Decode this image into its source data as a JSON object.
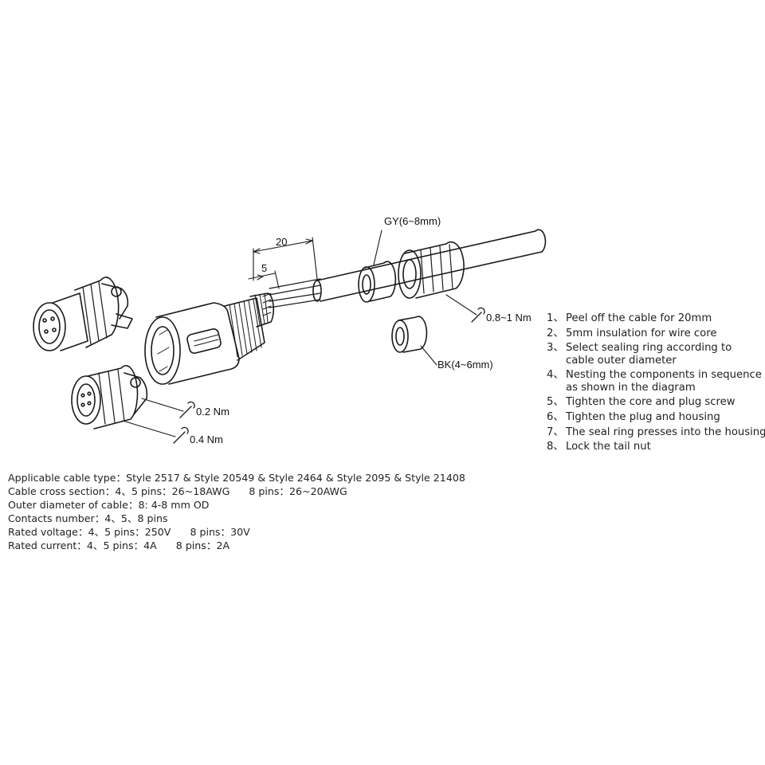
{
  "dimensions": {
    "peel_length": "20",
    "insulation_length": "5"
  },
  "seal_rings": {
    "grey": "GY(6~8mm)",
    "black": "BK(4~6mm)"
  },
  "torques": {
    "tail_nut": "0.8~1 Nm",
    "core_screw": "0.2 Nm",
    "plug_housing": "0.4 Nm"
  },
  "steps": [
    {
      "num": "1、",
      "text": "Peel off the cable for 20mm",
      "sub": ""
    },
    {
      "num": "2、",
      "text": "5mm insulation for wire core",
      "sub": ""
    },
    {
      "num": "3、",
      "text": "Select sealing ring according to",
      "sub": "cable outer diameter"
    },
    {
      "num": "4、",
      "text": "Nesting the components in sequence",
      "sub": "as shown in the diagram"
    },
    {
      "num": "5、",
      "text": "Tighten the core and plug screw",
      "sub": ""
    },
    {
      "num": "6、",
      "text": "Tighten the plug and housing",
      "sub": ""
    },
    {
      "num": "7、",
      "text": "The seal ring presses into the housing",
      "sub": ""
    },
    {
      "num": "8、",
      "text": "Lock the tail nut",
      "sub": ""
    }
  ],
  "specs": [
    "Applicable cable type：Style 2517 & Style 20549 & Style 2464 & Style 2095 & Style 21408",
    "Cable cross section：4、5 pins：26~18AWG      8 pins：26~20AWG",
    "Outer diameter of cable：8: 4-8 mm OD",
    "Contacts number：4、5、8 pins",
    "Rated voltage：4、5 pins：250V      8 pins：30V",
    "Rated current：4、5 pins：4A      8 pins：2A"
  ]
}
